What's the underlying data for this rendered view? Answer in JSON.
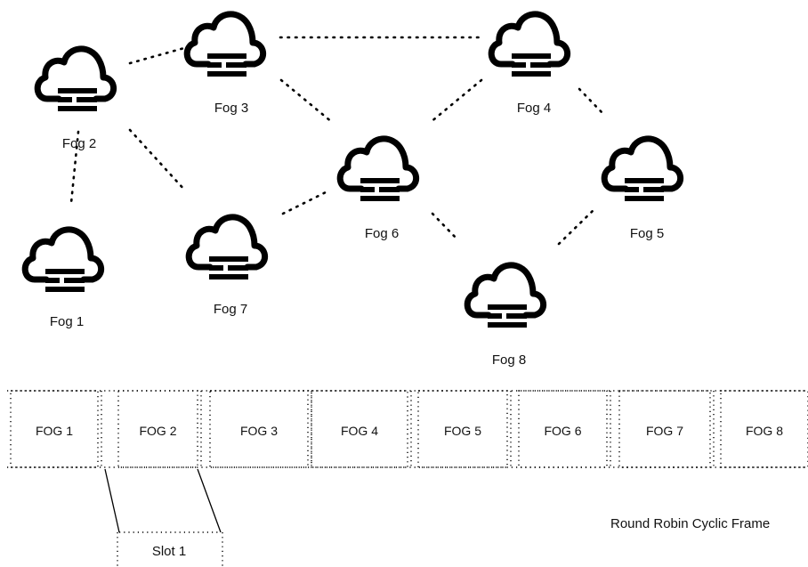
{
  "nodes": [
    {
      "id": "fog2",
      "label": "Fog 2"
    },
    {
      "id": "fog3",
      "label": "Fog 3"
    },
    {
      "id": "fog4",
      "label": "Fog 4"
    },
    {
      "id": "fog1",
      "label": "Fog 1"
    },
    {
      "id": "fog7",
      "label": "Fog 7"
    },
    {
      "id": "fog6",
      "label": "Fog 6"
    },
    {
      "id": "fog5",
      "label": "Fog 5"
    },
    {
      "id": "fog8",
      "label": "Fog 8"
    }
  ],
  "links": [
    [
      "fog2",
      "fog3"
    ],
    [
      "fog2",
      "fog1"
    ],
    [
      "fog2",
      "fog7"
    ],
    [
      "fog3",
      "fog4"
    ],
    [
      "fog3",
      "fog6"
    ],
    [
      "fog4",
      "fog6"
    ],
    [
      "fog4",
      "fog5"
    ],
    [
      "fog7",
      "fog6"
    ],
    [
      "fog6",
      "fog8"
    ],
    [
      "fog8",
      "fog5"
    ]
  ],
  "frame": {
    "slots": [
      "FOG 1",
      "FOG 2",
      "FOG 3",
      "FOG 4",
      "FOG 5",
      "FOG 6",
      "FOG 7",
      "FOG 8"
    ],
    "slot_label": "Slot 1",
    "caption": "Round Robin Cyclic Frame"
  },
  "icon": "cloud-server-icon"
}
